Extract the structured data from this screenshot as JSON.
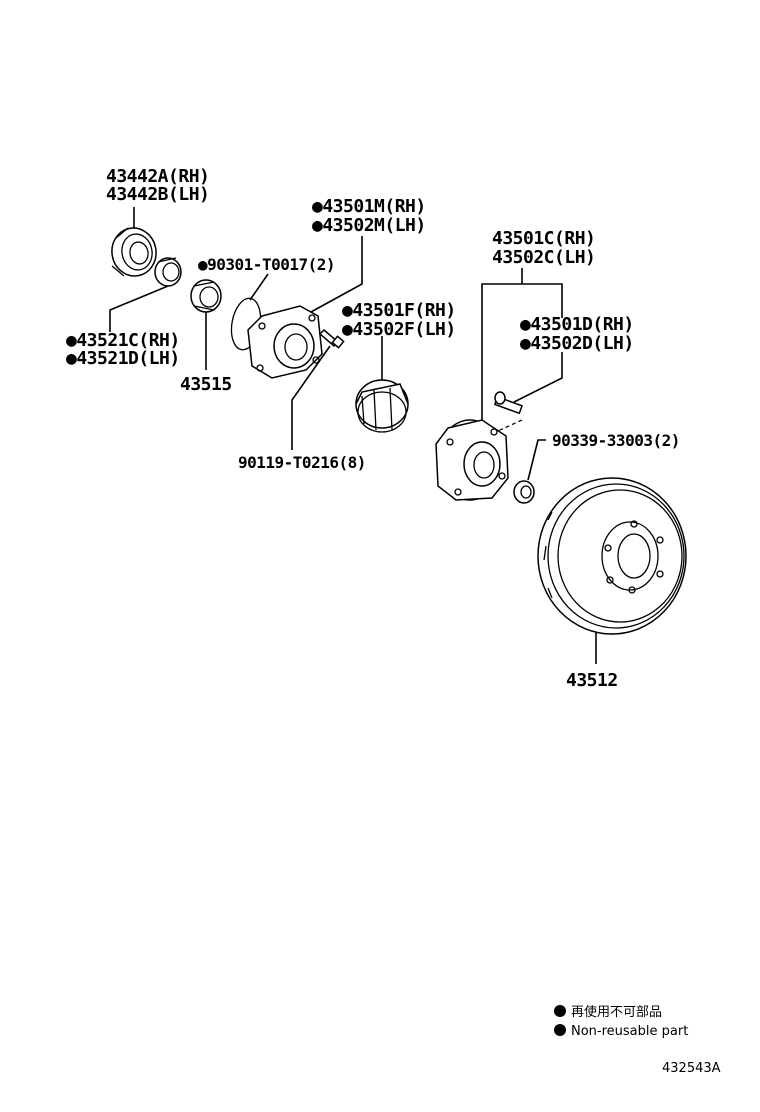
{
  "diagram": {
    "labels": {
      "oil_seal": [
        "43442A(RH)",
        "43442B(LH)"
      ],
      "hub_bearing": [
        "43501M(RH)",
        "43502M(LH)"
      ],
      "hub_nut": "90301-T0017(2)",
      "snap_ring": [
        "43521C(RH)",
        "43521D(LH)"
      ],
      "bearing": "43515",
      "cover": [
        "43501F(RH)",
        "43502F(LH)"
      ],
      "bolt": "90119-T0216(8)",
      "front_axle_hub": [
        "43501C(RH)",
        "43502C(LH)"
      ],
      "hub_bolt": [
        "43501D(RH)",
        "43502D(LH)"
      ],
      "lock_nut": "90339-33003(2)",
      "disc": "43512"
    },
    "marker_symbol": "●"
  },
  "legend": {
    "items": [
      "再使用不可部品",
      "Non-reusable part"
    ]
  },
  "figure_code": "432543A"
}
